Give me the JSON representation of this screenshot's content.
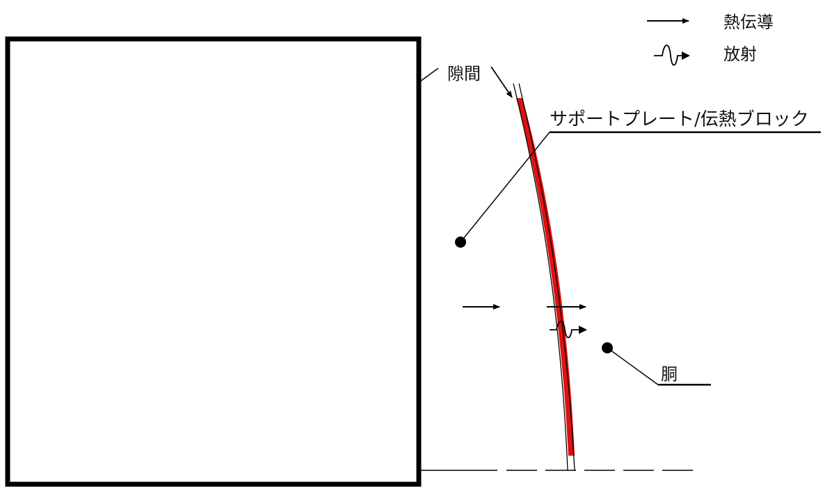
{
  "legend": {
    "conduction_label": "熱伝導",
    "radiation_label": "放射"
  },
  "labels": {
    "gap": "隙間",
    "support_plate": "サポートプレート/伝熱ブロック",
    "shell": "胴"
  },
  "colors": {
    "support_plate_fill": "#e01010",
    "line": "#000000",
    "background": "#ffffff"
  }
}
